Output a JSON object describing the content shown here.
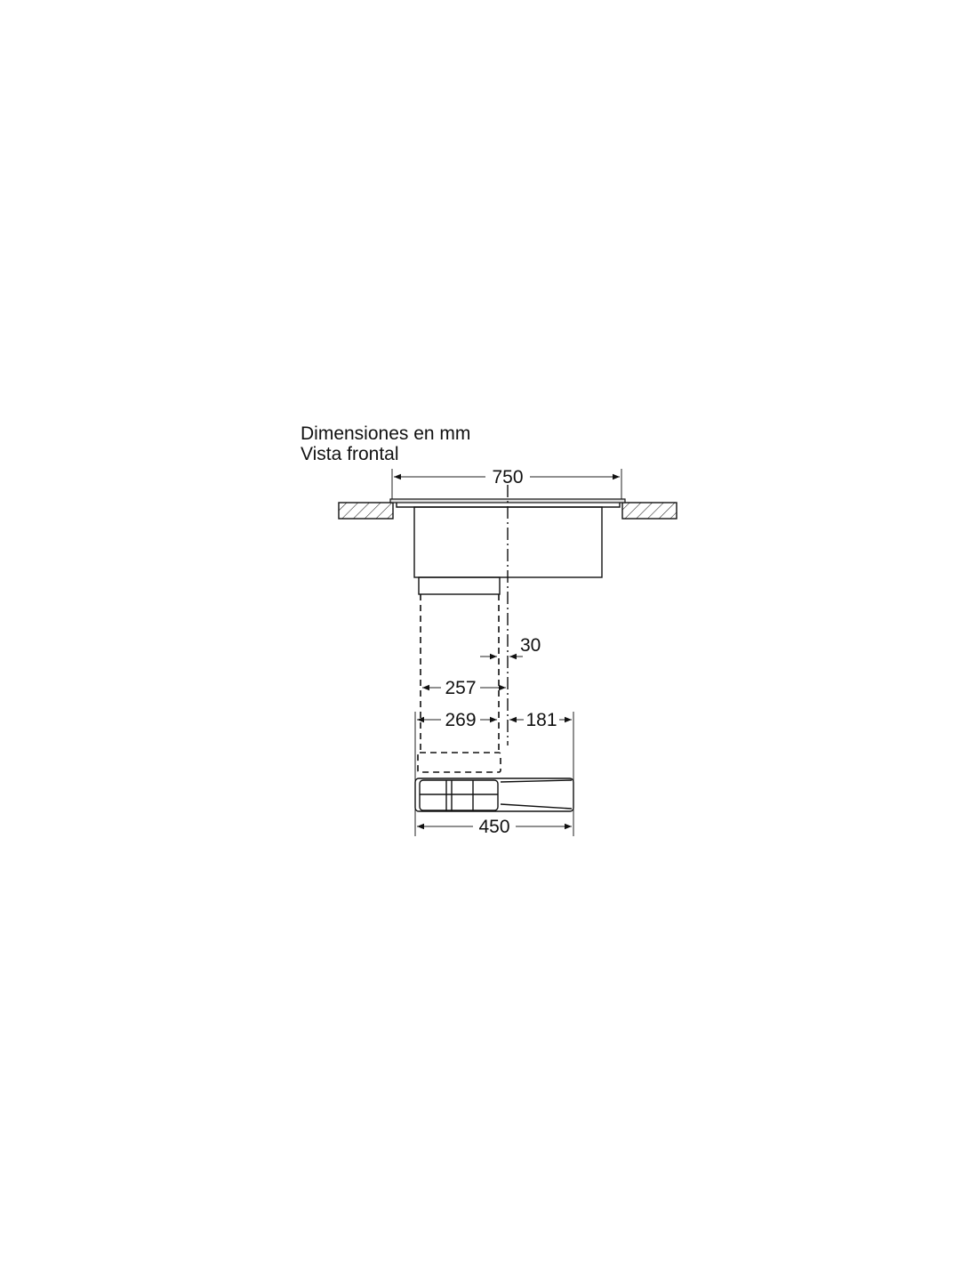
{
  "title": {
    "line1": "Dimensiones en mm",
    "line2": "Vista frontal"
  },
  "dimensions": {
    "overall_width": "750",
    "offset_small": "30",
    "duct_center": "257",
    "duct_left": "269",
    "duct_right": "181",
    "motor_width": "450"
  }
}
